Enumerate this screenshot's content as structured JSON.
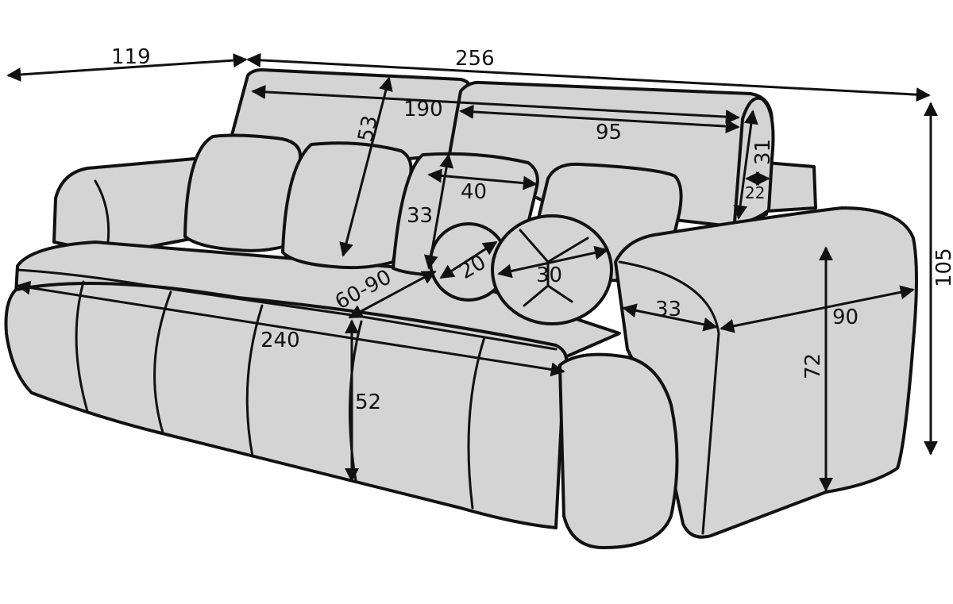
{
  "colors": {
    "fabric": "#d4d4d4",
    "fabric_shadow": "#c2c2c2",
    "outline": "#111111",
    "background": "#ffffff"
  },
  "dimensions": {
    "depth": "119",
    "width": "256",
    "backrest_width": "190",
    "backrest_section_width": "95",
    "backrest_height": "53",
    "headrest_height": "31",
    "headrest_depth": "22",
    "pillow_width": "40",
    "pillow_height": "33",
    "round_pillow_small": "20",
    "round_pillow_large": "30",
    "seat_depth": "60-90",
    "seat_width": "240",
    "seat_height": "52",
    "armrest_width": "33",
    "armrest_depth": "90",
    "armrest_height": "72",
    "total_height": "105"
  }
}
